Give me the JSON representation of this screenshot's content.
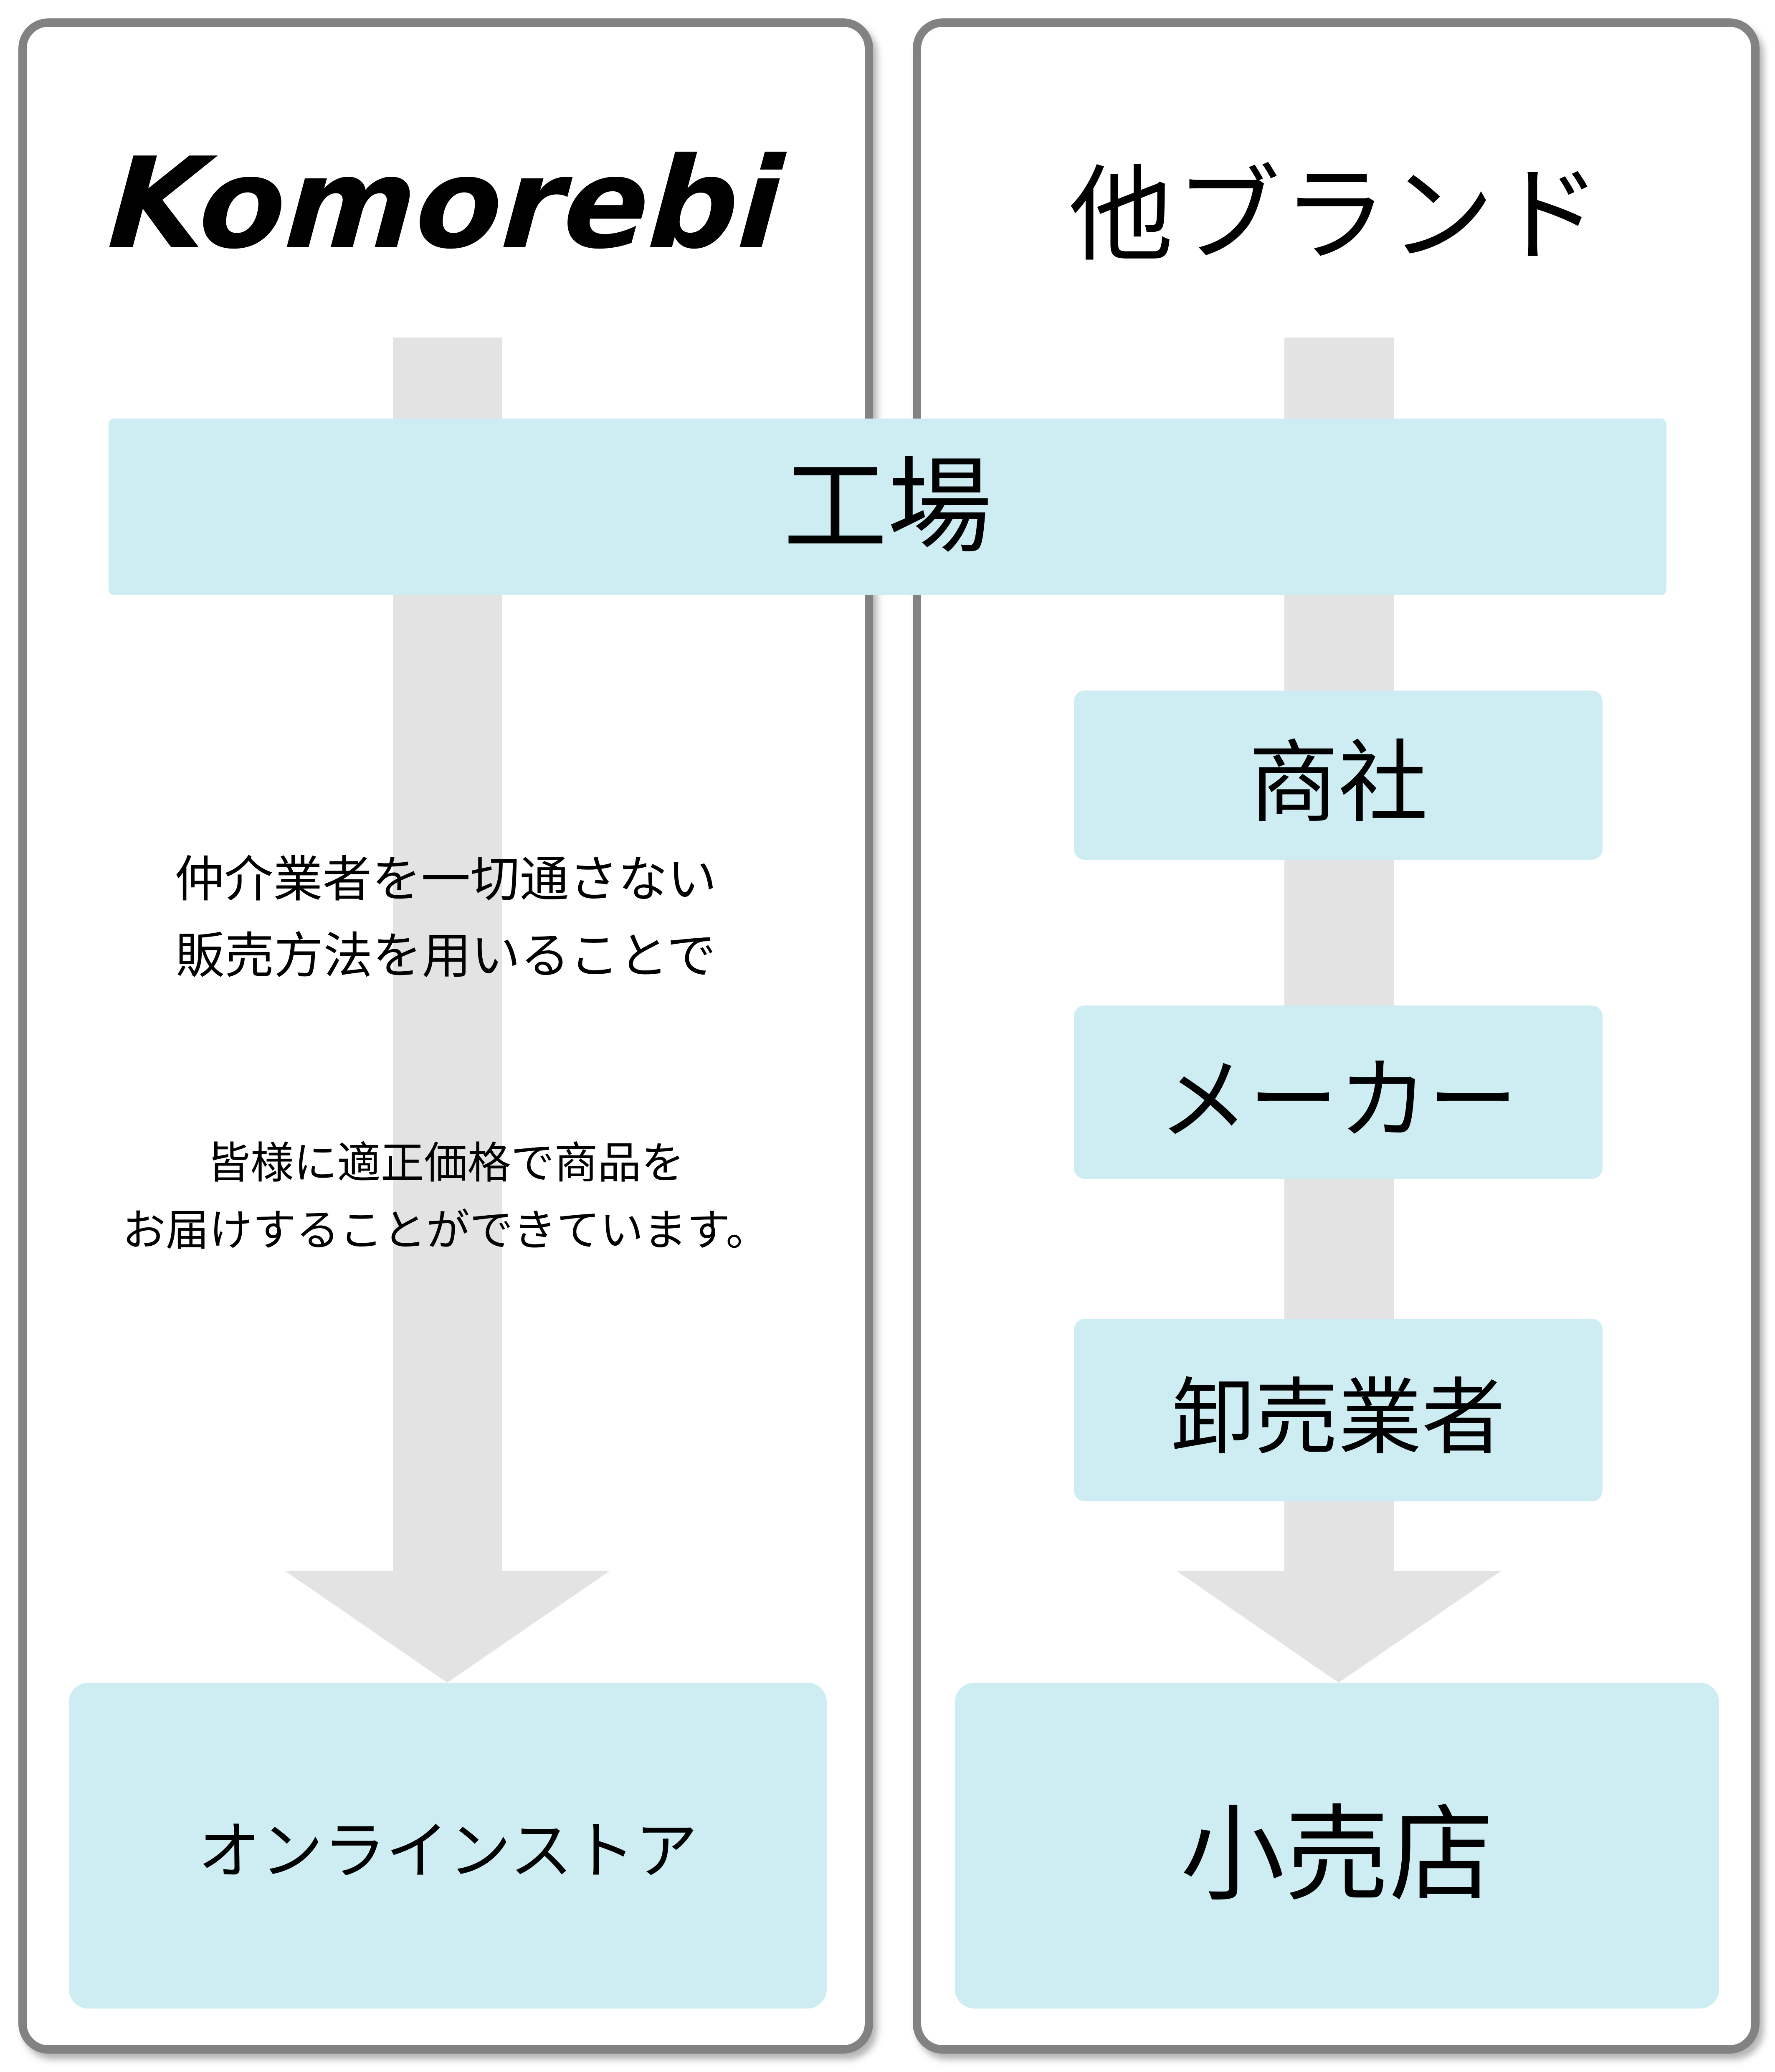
{
  "left_panel": {
    "title": "Komorebi",
    "paragraph1_line1": "仲介業者を一切通さない",
    "paragraph1_line2": "販売方法を用いることで",
    "paragraph2_line1": "皆様に適正価格で商品を",
    "paragraph2_line2": "お届けすることができています。",
    "bottom_box_label": "オンラインストア"
  },
  "factory_band": {
    "label": "工場"
  },
  "right_panel": {
    "title": "他ブランド",
    "mid_boxes": [
      "商社",
      "メーカー",
      "卸売業者"
    ],
    "bottom_box_label": "小売店"
  },
  "colors": {
    "background": "#ffffff",
    "box_fill": "#cdedf2",
    "arrow": "#e3e3e3",
    "panel_border": "#828282",
    "text": "#000000"
  }
}
